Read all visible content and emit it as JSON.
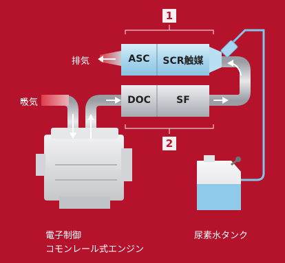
{
  "diagram": {
    "badge_top": "1",
    "badge_bottom": "2",
    "units": {
      "asc": "ASC",
      "scr": "SCR触媒",
      "doc": "DOC",
      "sf": "SF"
    },
    "labels": {
      "exhaust": "排気",
      "intake": "吸気",
      "engine_line1": "電子制御",
      "engine_line2": "コモンレール式エンジン",
      "tank": "尿素水タンク"
    },
    "colors": {
      "background": "#b5122c",
      "unit_grey": "#c9ccd1",
      "unit_blue": "#a9d6ee",
      "urea_line": "#7ec8ee"
    }
  }
}
